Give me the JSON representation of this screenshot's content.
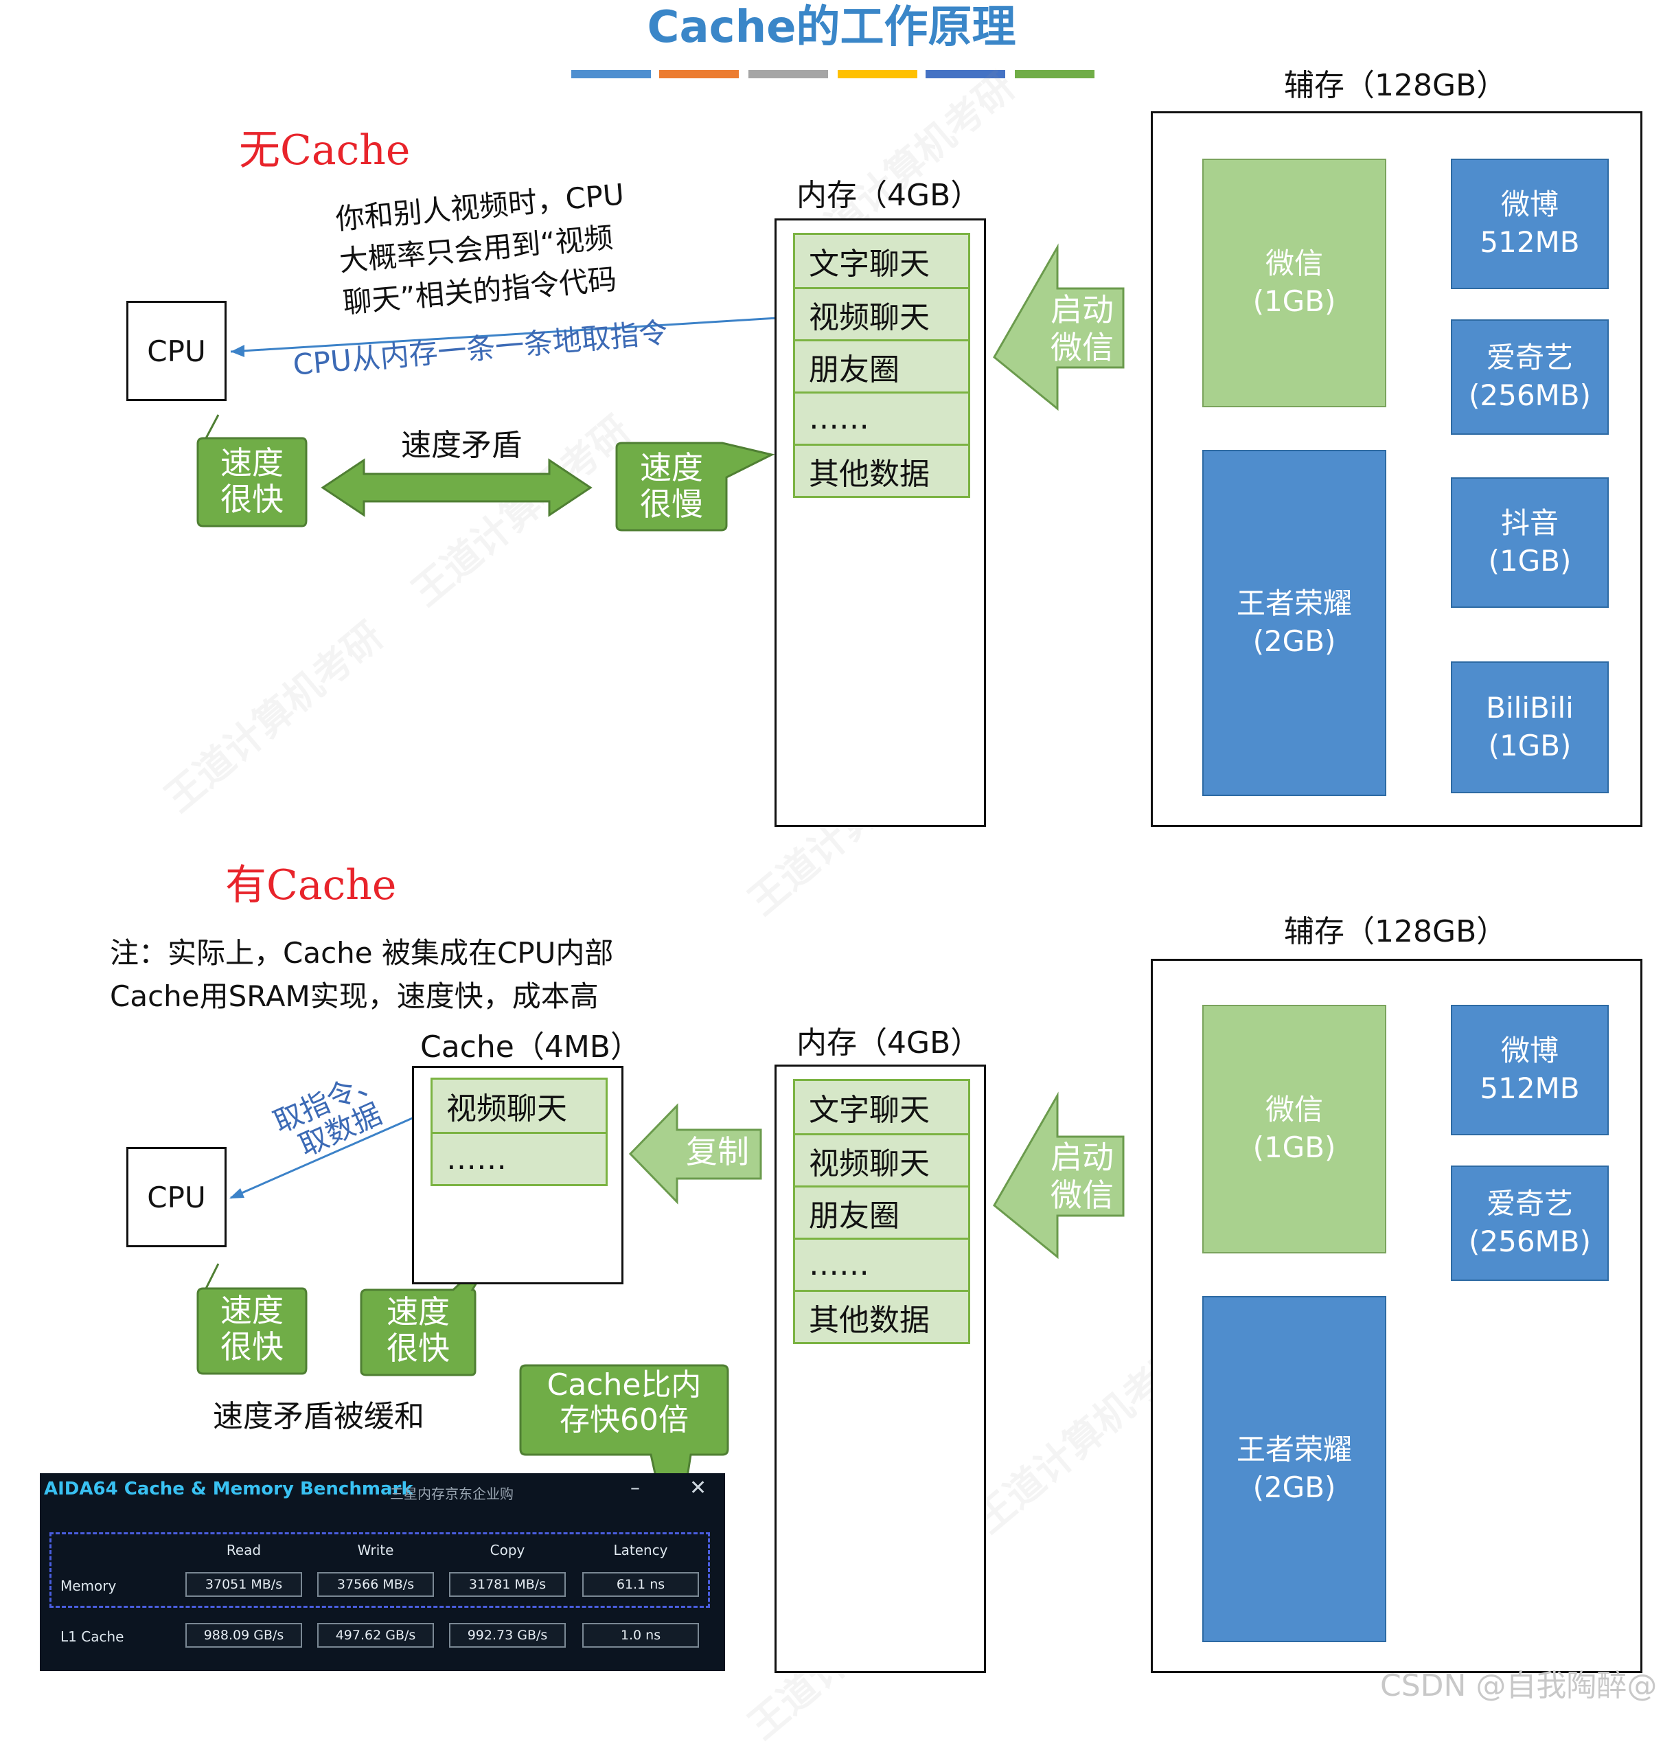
{
  "title": "Cache的工作原理",
  "bar_colors": [
    "#4e8fd0",
    "#ec7c30",
    "#a5a5a5",
    "#ffc000",
    "#4472c4",
    "#70ad47"
  ],
  "section1": {
    "title": "无Cache",
    "cpu": "CPU",
    "note": [
      "你和别人视频时，CPU",
      "大概率只会用到“视频",
      "聊天”相关的指令代码"
    ],
    "fetch_label": "CPU从内存一条一条地取指令",
    "conflict_label": "速度矛盾",
    "fast_bubble": [
      "速度",
      "很快"
    ],
    "slow_bubble": [
      "速度",
      "很慢"
    ],
    "memory_label": "内存（4GB）",
    "memory_rows": [
      "文字聊天",
      "视频聊天",
      "朋友圈",
      "……",
      "其他数据"
    ],
    "launch_arrow": [
      "启动",
      "微信"
    ],
    "storage_label": "辅存（128GB）",
    "apps": {
      "wechat": [
        "微信",
        "(1GB)"
      ],
      "weibo": [
        "微博",
        "512MB"
      ],
      "iqiyi": [
        "爱奇艺",
        "(256MB)"
      ],
      "tiktok": [
        "抖音",
        "(1GB)"
      ],
      "bilibili": [
        "BiliBili",
        "(1GB)"
      ],
      "honor": [
        "王者荣耀",
        "(2GB)"
      ]
    }
  },
  "section2": {
    "title": "有Cache",
    "note": [
      "注：实际上，Cache 被集成在CPU内部",
      "Cache用SRAM实现，速度快，成本高"
    ],
    "cpu": "CPU",
    "cache_label": "Cache（4MB）",
    "cache_rows": [
      "视频聊天",
      "……"
    ],
    "fetch_label": [
      "取指令、",
      "取数据"
    ],
    "copy_arrow": "复制",
    "fast_bubble_cpu": [
      "速度",
      "很快"
    ],
    "fast_bubble_cache": [
      "速度",
      "很快"
    ],
    "eased_label": "速度矛盾被缓和",
    "compare_bubble": [
      "Cache比内",
      "存快60倍"
    ],
    "memory_label": "内存（4GB）",
    "memory_rows": [
      "文字聊天",
      "视频聊天",
      "朋友圈",
      "……",
      "其他数据"
    ],
    "launch_arrow": [
      "启动",
      "微信"
    ],
    "storage_label": "辅存（128GB）",
    "apps": {
      "wechat": [
        "微信",
        "(1GB)"
      ],
      "weibo": [
        "微博",
        "512MB"
      ],
      "iqiyi": [
        "爱奇艺",
        "(256MB)"
      ],
      "honor": [
        "王者荣耀",
        "(2GB)"
      ]
    }
  },
  "aida": {
    "title": "AIDA64 Cache & Memory Benchmark",
    "subtitle": "三星内存京东企业购",
    "minimize": "–",
    "close": "✕",
    "headers": [
      "Read",
      "Write",
      "Copy",
      "Latency"
    ],
    "rows": [
      {
        "label": "Memory",
        "cells": [
          "37051 MB/s",
          "37566 MB/s",
          "31781 MB/s",
          "61.1 ns"
        ]
      },
      {
        "label": "L1 Cache",
        "cells": [
          "988.09 GB/s",
          "497.62 GB/s",
          "992.73 GB/s",
          "1.0 ns"
        ]
      }
    ]
  },
  "footer": "CSDN @自我陶醉@",
  "watermark": "王道计算机考研"
}
